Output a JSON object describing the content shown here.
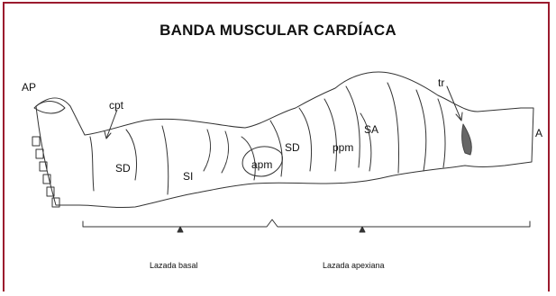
{
  "title": "BANDA MUSCULAR CARDÍACA",
  "colors": {
    "border": "#9b1b2e",
    "ink": "#222222"
  },
  "labels": {
    "ap": "AP",
    "a": "A",
    "cpt": "cpt",
    "tr": "tr",
    "sd1": "SD",
    "si": "SI",
    "apm": "apm",
    "sd2": "SD",
    "ppm": "ppm",
    "sa": "SA"
  },
  "loops": {
    "basal": "Lazada basal",
    "apexiana": "Lazada apexiana"
  }
}
